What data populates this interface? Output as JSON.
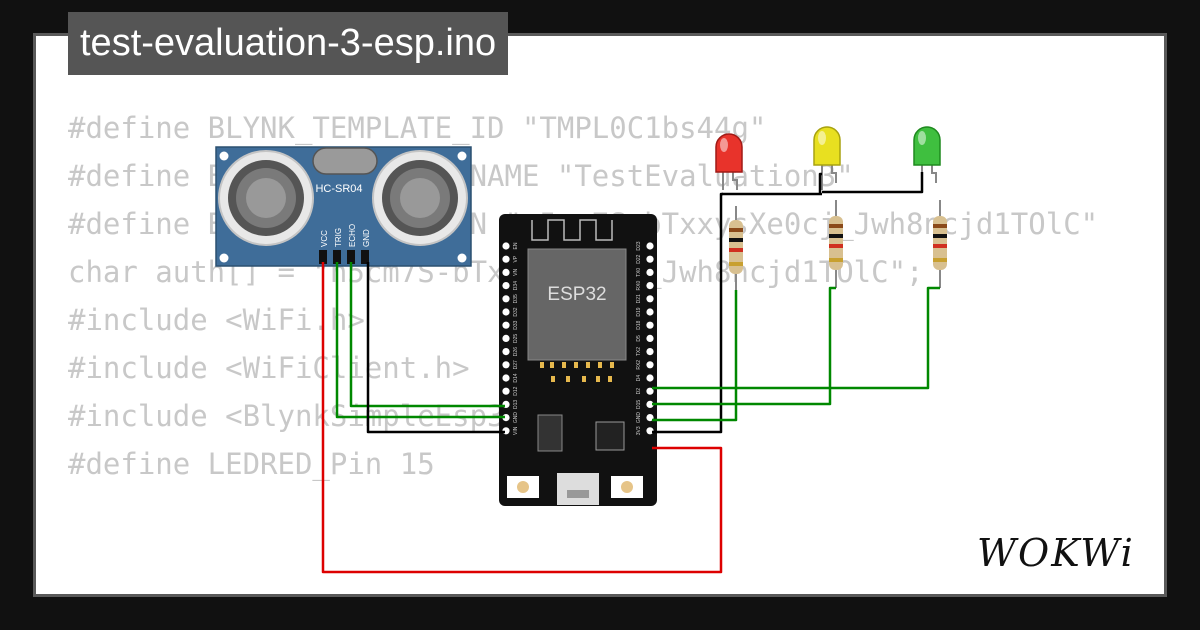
{
  "header": {
    "title": "test-evaluation-3-esp.ino"
  },
  "code": {
    "lines": [
      "#define BLYNK_TEMPLATE_ID \"TMPL0C1bs44g\"",
      "#define BLYNK_TEMPLATE_NAME \"TestEvaluation3\"",
      "#define BLYNK_AUTH_TOKEN \"n5cm7S-bTxxysXe0cj_Jwh8ncjd1TOlC\"",
      "",
      "char auth[] = \"n5cm7S-bTxxysXe0cj_Jwh8ncjd1TOlC\";",
      "",
      "#include <WiFi.h>",
      "#include <WiFiClient.h>",
      "#include <BlynkSimpleEsp32.h>",
      "",
      "#define LEDRED_Pin 15"
    ]
  },
  "sensor": {
    "label": "HC-SR04",
    "pins": [
      "VCC",
      "TRIG",
      "ECHO",
      "GND"
    ]
  },
  "board": {
    "label": "ESP32",
    "left_pins": [
      "EN",
      "VP",
      "VN",
      "D34",
      "D35",
      "D32",
      "D33",
      "D25",
      "D26",
      "D27",
      "D14",
      "D12",
      "D13",
      "GND",
      "VIN"
    ],
    "right_pins": [
      "D23",
      "D22",
      "TX0",
      "RX0",
      "D21",
      "D19",
      "D18",
      "D5",
      "TX2",
      "RX2",
      "D4",
      "D2",
      "D15",
      "GND",
      "3V3"
    ]
  },
  "leds": [
    {
      "color": "#e8332b"
    },
    {
      "color": "#e8e020"
    },
    {
      "color": "#3fbf3f"
    }
  ],
  "wire_colors": {
    "green": "#008800",
    "black": "#000000",
    "red": "#dd0000"
  },
  "branding": {
    "logo": "WOKWi"
  }
}
